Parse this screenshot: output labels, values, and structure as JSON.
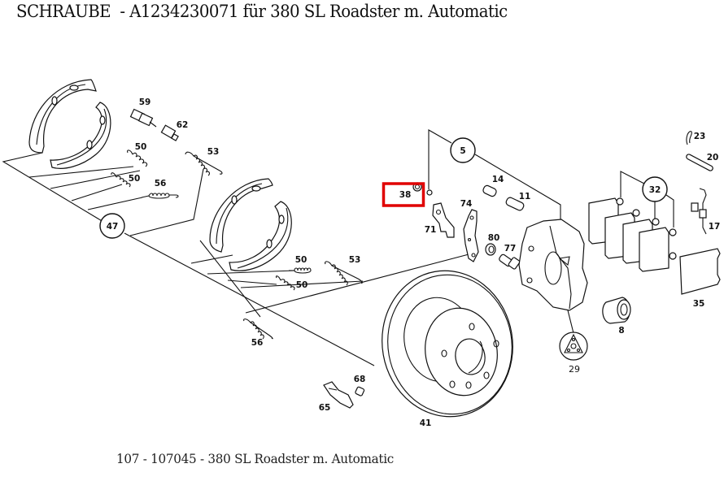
{
  "header": {
    "title": "SCHRAUBE  - A1234230071 für 380 SL Roadster m. Automatic"
  },
  "footer": {
    "caption": "107 - 107045 - 380 SL Roadster m. Automatic"
  },
  "diagram": {
    "highlight_color": "#e00000",
    "highlighted_part": "38",
    "group_callouts": [
      {
        "id": "47",
        "label": "47"
      },
      {
        "id": "5",
        "label": "5"
      },
      {
        "id": "32",
        "label": "32"
      }
    ],
    "parts": [
      {
        "id": "59",
        "label": "59"
      },
      {
        "id": "62",
        "label": "62"
      },
      {
        "id": "50a",
        "label": "50"
      },
      {
        "id": "53a",
        "label": "53"
      },
      {
        "id": "50b",
        "label": "50"
      },
      {
        "id": "56a",
        "label": "56"
      },
      {
        "id": "50c",
        "label": "50"
      },
      {
        "id": "53b",
        "label": "53"
      },
      {
        "id": "50d",
        "label": "50"
      },
      {
        "id": "56b",
        "label": "56"
      },
      {
        "id": "38",
        "label": "38"
      },
      {
        "id": "14",
        "label": "14"
      },
      {
        "id": "11",
        "label": "11"
      },
      {
        "id": "74",
        "label": "74"
      },
      {
        "id": "71",
        "label": "71"
      },
      {
        "id": "80",
        "label": "80"
      },
      {
        "id": "77",
        "label": "77"
      },
      {
        "id": "23",
        "label": "23"
      },
      {
        "id": "20",
        "label": "20"
      },
      {
        "id": "17",
        "label": "17"
      },
      {
        "id": "35",
        "label": "35"
      },
      {
        "id": "8",
        "label": "8"
      },
      {
        "id": "29",
        "label": "29"
      },
      {
        "id": "41",
        "label": "41"
      },
      {
        "id": "68",
        "label": "68"
      },
      {
        "id": "65",
        "label": "65"
      }
    ]
  }
}
